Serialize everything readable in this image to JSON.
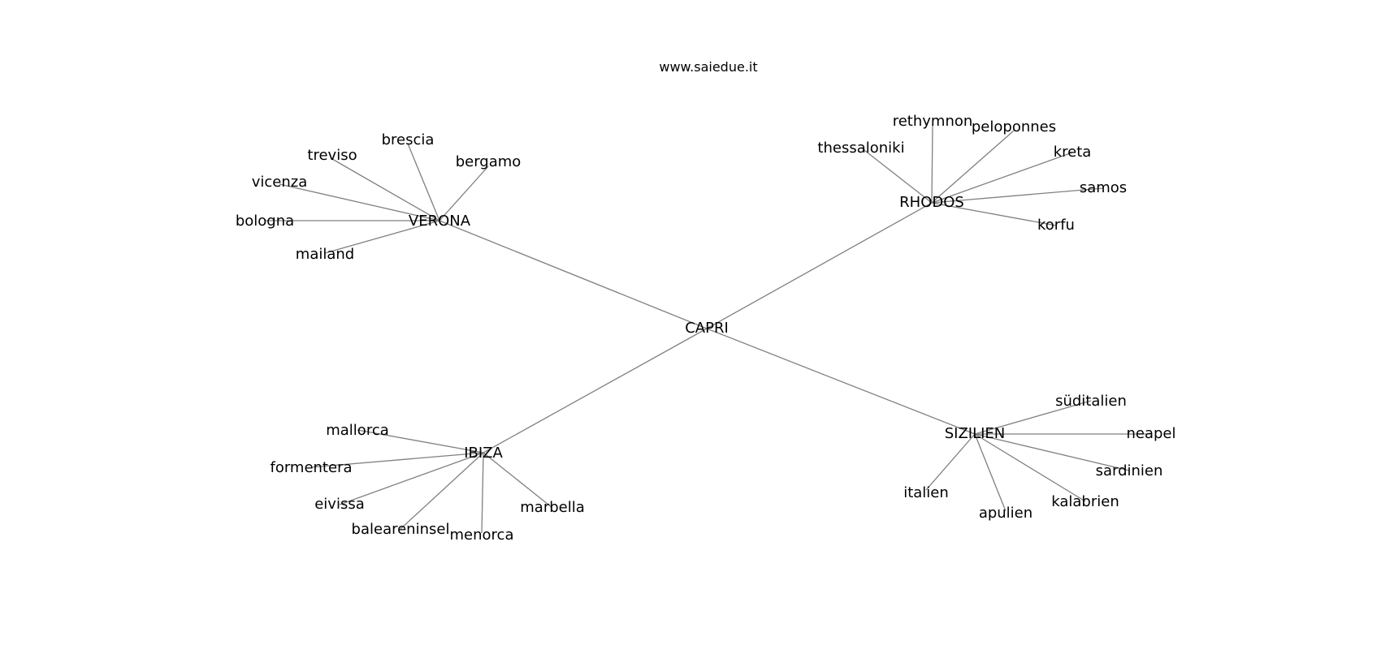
{
  "title": "www.saiedue.it",
  "center": "CAPRI",
  "hubs": [
    {
      "label": "VERONA",
      "leaves": [
        "brescia",
        "treviso",
        "bergamo",
        "vicenza",
        "bologna",
        "mailand"
      ]
    },
    {
      "label": "RHODOS",
      "leaves": [
        "rethymnon",
        "peloponnes",
        "thessaloniki",
        "kreta",
        "samos",
        "korfu"
      ]
    },
    {
      "label": "IBIZA",
      "leaves": [
        "mallorca",
        "formentera",
        "eivissa",
        "baleareninsel",
        "menorca",
        "marbella"
      ]
    },
    {
      "label": "SIZILIEN",
      "leaves": [
        "süditalien",
        "neapel",
        "sardinien",
        "kalabrien",
        "apulien",
        "italien"
      ]
    }
  ],
  "edge_color": "#808080"
}
